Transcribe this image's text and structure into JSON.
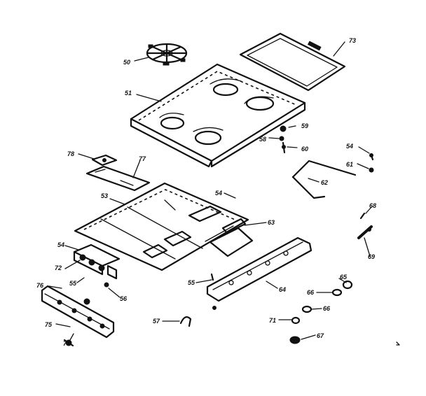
{
  "diagram": {
    "callouts": {
      "c50": "50",
      "c73": "73",
      "c51": "51",
      "c59": "59",
      "c58": "58",
      "c60": "60",
      "c54a": "54",
      "c61": "61",
      "c62": "62",
      "c78": "78",
      "c77": "77",
      "c53": "53",
      "c54b": "54",
      "c68": "68",
      "c63": "63",
      "c54c": "54",
      "c72": "72",
      "c69": "69",
      "c76": "76",
      "c55a": "55",
      "c55b": "55",
      "c56": "56",
      "c65": "65",
      "c64": "64",
      "c66a": "66",
      "c66b": "66",
      "c75": "75",
      "c57": "57",
      "c71": "71",
      "c67": "67",
      "c70": "70"
    }
  }
}
